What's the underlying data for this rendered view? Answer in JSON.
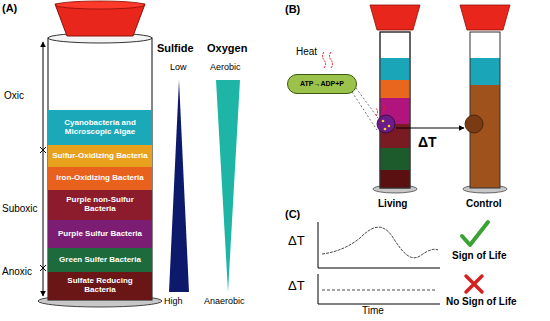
{
  "diagram": {
    "nodes": [
      {
        "text": [
          "Cyanobacteria and Microscopic Algae"
        ]
      },
      {
        "text": [
          "Sulfur-Oxidizing Bacteria"
        ]
      },
      {
        "text": [
          "Iron-Oxidizing Bacteria"
        ]
      },
      {
        "text": [
          "Purple non-Sulfur Bacteria"
        ]
      },
      {
        "text": [
          "Purple Sulfur Bacteria"
        ]
      },
      {
        "text": [
          "Green Sulfer Bacteria"
        ]
      },
      {
        "text": [
          "Sulfate Reducing Bacteria"
        ]
      },
      {
        "text": [
          "ATP→ADP+P"
        ]
      }
    ],
    "labels": [
      "(A)",
      "Oxic",
      "Suboxic",
      "Anoxic",
      "Sulfide",
      "Oxygen",
      "Low",
      "Aerobic",
      "High",
      "Anaerobic",
      "(B)",
      "Heat",
      "ΔT",
      "Living",
      "Control",
      "(C)",
      "ΔT",
      "Sign of Life",
      "ΔT",
      "No Sign of Life",
      "Time"
    ]
  }
}
